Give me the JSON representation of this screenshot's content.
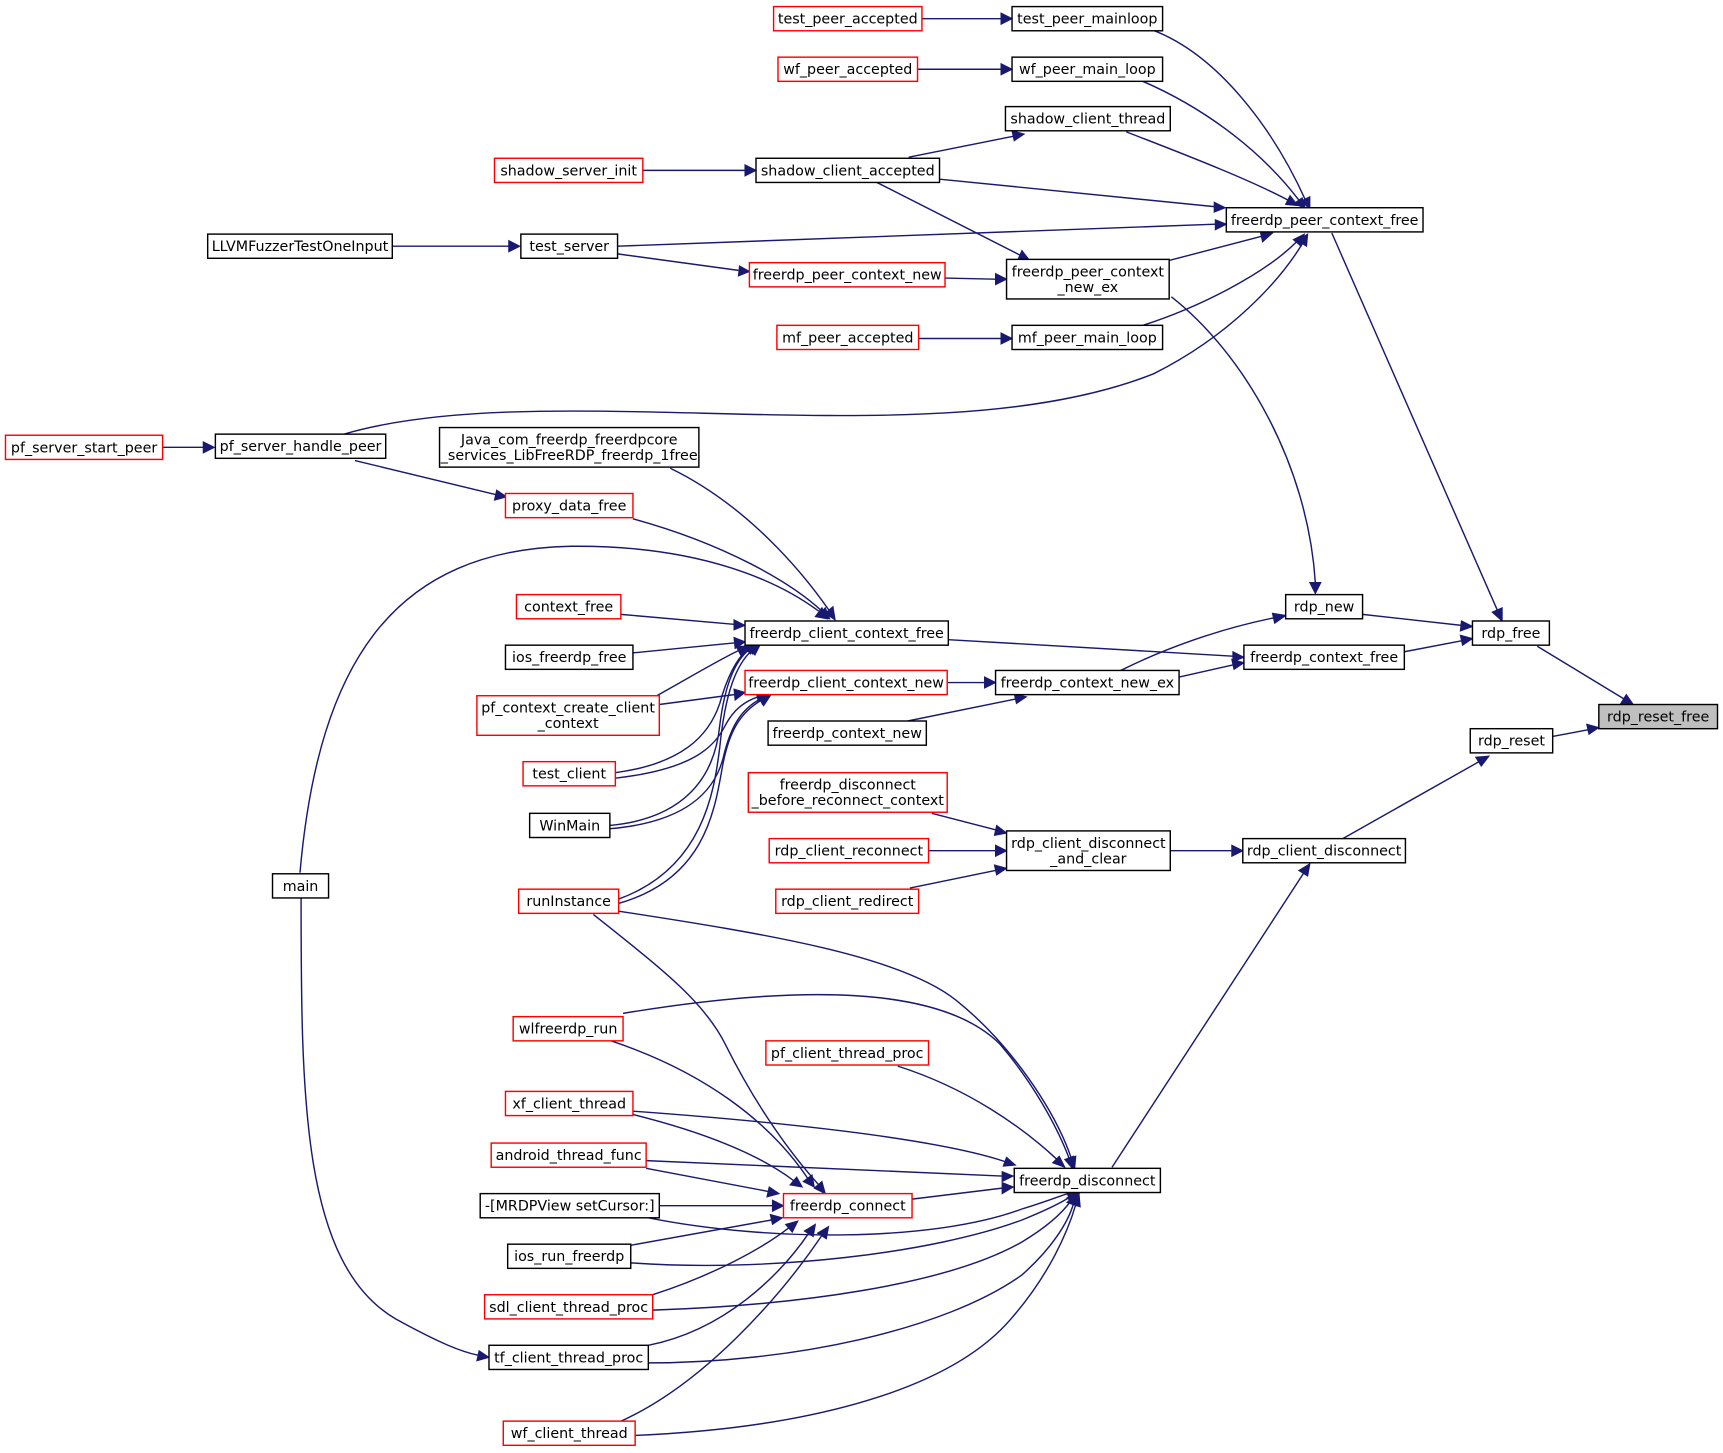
{
  "colors": {
    "edge": "#191970",
    "border_normal": "#000000",
    "border_unlinked": "#ff0000",
    "focus_fill": "#bfbfbf"
  },
  "nodes": {
    "rdp_reset_free": {
      "lines": [
        "rdp_reset_free"
      ],
      "style": "focus"
    },
    "rdp_free": {
      "lines": [
        "rdp_free"
      ],
      "style": "normal"
    },
    "rdp_reset": {
      "lines": [
        "rdp_reset"
      ],
      "style": "normal"
    },
    "rdp_new": {
      "lines": [
        "rdp_new"
      ],
      "style": "normal"
    },
    "freerdp_context_free": {
      "lines": [
        "freerdp_context_free"
      ],
      "style": "normal"
    },
    "freerdp_peer_context_free": {
      "lines": [
        "freerdp_peer_context_free"
      ],
      "style": "normal"
    },
    "rdp_client_disconnect": {
      "lines": [
        "rdp_client_disconnect"
      ],
      "style": "normal"
    },
    "test_peer_mainloop": {
      "lines": [
        "test_peer_mainloop"
      ],
      "style": "normal"
    },
    "wf_peer_main_loop": {
      "lines": [
        "wf_peer_main_loop"
      ],
      "style": "normal"
    },
    "shadow_client_thread": {
      "lines": [
        "shadow_client_thread"
      ],
      "style": "normal"
    },
    "freerdp_peer_context_new_ex": {
      "lines": [
        "freerdp_peer_context",
        "_new_ex"
      ],
      "style": "normal"
    },
    "mf_peer_main_loop": {
      "lines": [
        "mf_peer_main_loop"
      ],
      "style": "normal"
    },
    "freerdp_context_new_ex": {
      "lines": [
        "freerdp_context_new_ex"
      ],
      "style": "normal"
    },
    "rdp_client_disconnect_and_clear": {
      "lines": [
        "rdp_client_disconnect",
        "_and_clear"
      ],
      "style": "normal"
    },
    "freerdp_disconnect": {
      "lines": [
        "freerdp_disconnect"
      ],
      "style": "normal"
    },
    "test_peer_accepted": {
      "lines": [
        "test_peer_accepted"
      ],
      "style": "unlinked"
    },
    "wf_peer_accepted": {
      "lines": [
        "wf_peer_accepted"
      ],
      "style": "unlinked"
    },
    "shadow_client_accepted": {
      "lines": [
        "shadow_client_accepted"
      ],
      "style": "normal"
    },
    "freerdp_peer_context_new": {
      "lines": [
        "freerdp_peer_context_new"
      ],
      "style": "unlinked"
    },
    "mf_peer_accepted": {
      "lines": [
        "mf_peer_accepted"
      ],
      "style": "unlinked"
    },
    "freerdp_client_context_free": {
      "lines": [
        "freerdp_client_context_free"
      ],
      "style": "normal"
    },
    "freerdp_client_context_new": {
      "lines": [
        "freerdp_client_context_new"
      ],
      "style": "unlinked"
    },
    "freerdp_context_new": {
      "lines": [
        "freerdp_context_new"
      ],
      "style": "normal"
    },
    "freerdp_disconnect_before_reconnect_context": {
      "lines": [
        "freerdp_disconnect",
        "_before_reconnect_context"
      ],
      "style": "unlinked"
    },
    "rdp_client_reconnect": {
      "lines": [
        "rdp_client_reconnect"
      ],
      "style": "unlinked"
    },
    "rdp_client_redirect": {
      "lines": [
        "rdp_client_redirect"
      ],
      "style": "unlinked"
    },
    "freerdp_connect": {
      "lines": [
        "freerdp_connect"
      ],
      "style": "unlinked"
    },
    "pf_client_thread_proc": {
      "lines": [
        "pf_client_thread_proc"
      ],
      "style": "unlinked"
    },
    "shadow_server_init": {
      "lines": [
        "shadow_server_init"
      ],
      "style": "unlinked"
    },
    "test_server": {
      "lines": [
        "test_server"
      ],
      "style": "normal"
    },
    "java_free": {
      "lines": [
        "Java_com_freerdp_freerdpcore",
        "_services_LibFreeRDP_freerdp_1free"
      ],
      "style": "normal"
    },
    "proxy_data_free": {
      "lines": [
        "proxy_data_free"
      ],
      "style": "unlinked"
    },
    "context_free": {
      "lines": [
        "context_free"
      ],
      "style": "unlinked"
    },
    "ios_freerdp_free": {
      "lines": [
        "ios_freerdp_free"
      ],
      "style": "normal"
    },
    "pf_context_create_client_context": {
      "lines": [
        "pf_context_create_client",
        "_context"
      ],
      "style": "unlinked"
    },
    "test_client": {
      "lines": [
        "test_client"
      ],
      "style": "unlinked"
    },
    "WinMain": {
      "lines": [
        "WinMain"
      ],
      "style": "normal"
    },
    "runInstance": {
      "lines": [
        "runInstance"
      ],
      "style": "unlinked"
    },
    "wlfreerdp_run": {
      "lines": [
        "wlfreerdp_run"
      ],
      "style": "unlinked"
    },
    "xf_client_thread": {
      "lines": [
        "xf_client_thread"
      ],
      "style": "unlinked"
    },
    "android_thread_func": {
      "lines": [
        "android_thread_func"
      ],
      "style": "unlinked"
    },
    "mrdpview_setcursor": {
      "lines": [
        "-[MRDPView setCursor:]"
      ],
      "style": "normal"
    },
    "ios_run_freerdp": {
      "lines": [
        "ios_run_freerdp"
      ],
      "style": "normal"
    },
    "sdl_client_thread_proc": {
      "lines": [
        "sdl_client_thread_proc"
      ],
      "style": "unlinked"
    },
    "tf_client_thread_proc": {
      "lines": [
        "tf_client_thread_proc"
      ],
      "style": "normal"
    },
    "wf_client_thread": {
      "lines": [
        "wf_client_thread"
      ],
      "style": "unlinked"
    },
    "LLVMFuzzerTestOneInput": {
      "lines": [
        "LLVMFuzzerTestOneInput"
      ],
      "style": "normal"
    },
    "pf_server_handle_peer": {
      "lines": [
        "pf_server_handle_peer"
      ],
      "style": "normal"
    },
    "main": {
      "lines": [
        "main"
      ],
      "style": "normal"
    },
    "pf_server_start_peer": {
      "lines": [
        "pf_server_start_peer"
      ],
      "style": "unlinked"
    }
  }
}
